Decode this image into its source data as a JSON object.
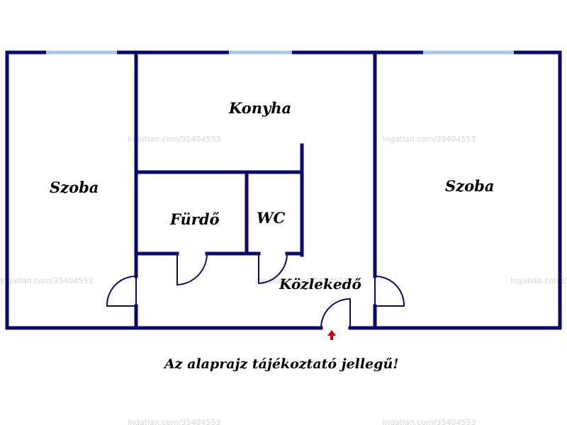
{
  "colors": {
    "wall": "#0a0a6e",
    "window": "#a8c8e8",
    "entrance": "#cc0000",
    "background": "#ffffff"
  },
  "rooms": {
    "szoba_left": "Szoba",
    "konyha": "Konyha",
    "furdo": "Fürdő",
    "wc": "WC",
    "szoba_right": "Szoba",
    "kozlekedo": "Közlekedő"
  },
  "caption": "Az alaprajz tájékoztató jellegű!",
  "watermark": "ingatlan.com/35404553",
  "icons": {
    "entrance": "entrance-arrow-icon"
  }
}
